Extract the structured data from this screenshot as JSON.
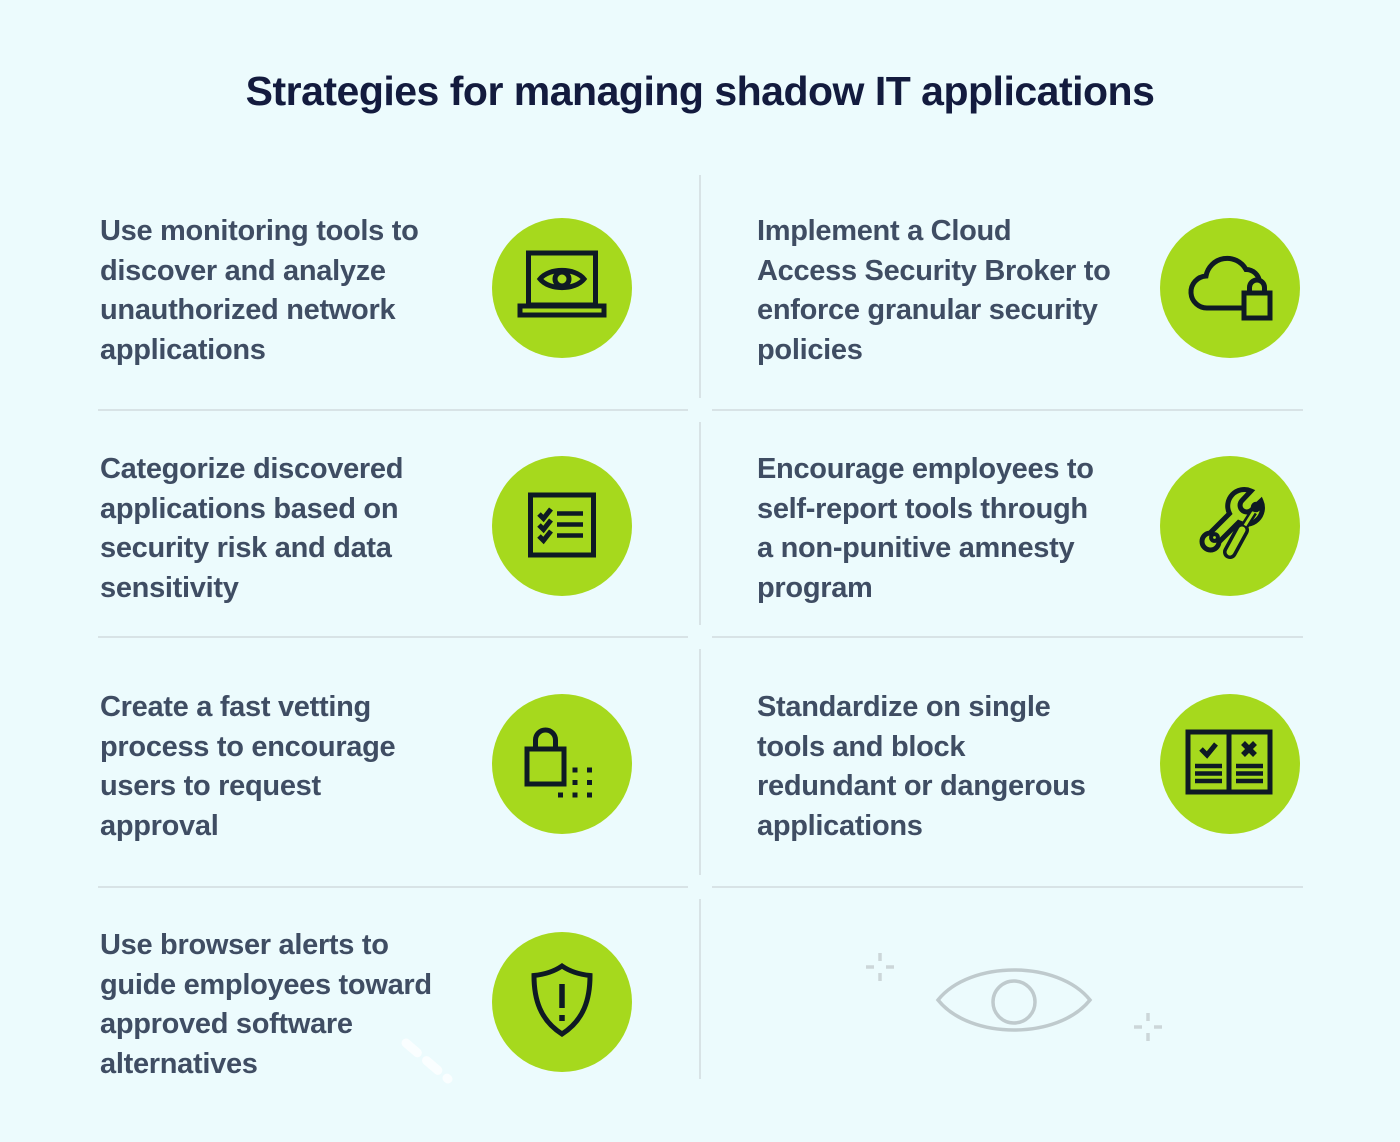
{
  "title": "Strategies for managing shadow IT applications",
  "colors": {
    "background": "#ecfbfd",
    "accent_green": "#a6d91d",
    "title_text": "#131b3e",
    "body_text": "#3f4d63",
    "icon_stroke": "#0e1a24",
    "divider": "#d8e3e6",
    "decor_gray": "#bfcacd"
  },
  "items": [
    {
      "icon": "laptop-eye-icon",
      "text": "Use monitoring tools to\ndiscover and analyze\nunauthorized network\napplications"
    },
    {
      "icon": "cloud-lock-icon",
      "text": "Implement a Cloud\nAccess Security Broker to\nenforce granular security\npolicies"
    },
    {
      "icon": "checklist-icon",
      "text": "Categorize discovered\napplications based on\nsecurity risk and data\nsensitivity"
    },
    {
      "icon": "tools-icon",
      "text": "Encourage employees to\nself-report tools through\na non-punitive amnesty\nprogram"
    },
    {
      "icon": "lock-dots-icon",
      "text": "Create a fast vetting\nprocess to encourage\nusers to request\napproval"
    },
    {
      "icon": "policy-book-icon",
      "text": "Standardize on single\ntools and block\nredundant or dangerous\napplications"
    },
    {
      "icon": "shield-alert-icon",
      "text": "Use browser alerts to\nguide employees toward\napproved software\nalternatives"
    }
  ],
  "decor": {
    "eye": "eye-outline",
    "crosshairs": 2,
    "swoosh": "white-dashed-stroke"
  }
}
